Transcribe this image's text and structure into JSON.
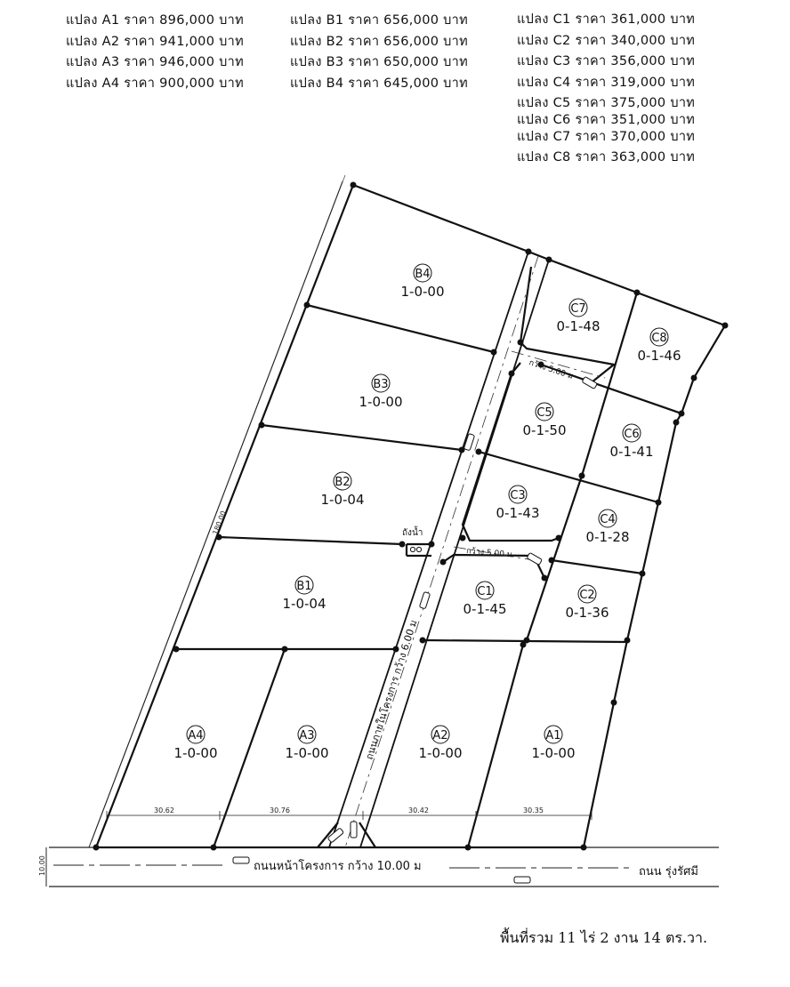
{
  "prices": {
    "groupA": [
      {
        "plot": "A1",
        "text": "แปลง A1  ราคา 896,000  บาท"
      },
      {
        "plot": "A2",
        "text": "แปลง A2  ราคา 941,000  บาท"
      },
      {
        "plot": "A3",
        "text": "แปลง A3  ราคา 946,000  บาท"
      },
      {
        "plot": "A4",
        "text": "แปลง A4  ราคา 900,000  บาท"
      }
    ],
    "groupB": [
      {
        "plot": "B1",
        "text": "แปลง B1  ราคา 656,000  บาท"
      },
      {
        "plot": "B2",
        "text": "แปลง B2  ราคา 656,000  บาท"
      },
      {
        "plot": "B3",
        "text": "แปลง B3  ราคา 650,000  บาท"
      },
      {
        "plot": "B4",
        "text": "แปลง B4  ราคา 645,000  บาท"
      }
    ],
    "groupC": [
      {
        "plot": "C1",
        "text": "แปลง C1  ราคา 361,000  บาท"
      },
      {
        "plot": "C2",
        "text": "แปลง C2  ราคา 340,000  บาท"
      },
      {
        "plot": "C3",
        "text": "แปลง C3  ราคา 356,000  บาท"
      },
      {
        "plot": "C4",
        "text": "แปลง C4  ราคา 319,000  บาท"
      },
      {
        "plot": "C5",
        "text": "แปลง C5  ราคา 375,000  บาท"
      },
      {
        "plot": "C6",
        "text": "แปลง C6  ราคา 351,000  บาท"
      },
      {
        "plot": "C7",
        "text": "แปลง C7  ราคา 370,000  บาท"
      },
      {
        "plot": "C8",
        "text": "แปลง C8  ราคา 363,000  บาท"
      }
    ]
  },
  "plots": {
    "A1": {
      "id": "A1",
      "area": "1-0-00"
    },
    "A2": {
      "id": "A2",
      "area": "1-0-00"
    },
    "A3": {
      "id": "A3",
      "area": "1-0-00"
    },
    "A4": {
      "id": "A4",
      "area": "1-0-00"
    },
    "B1": {
      "id": "B1",
      "area": "1-0-04"
    },
    "B2": {
      "id": "B2",
      "area": "1-0-04"
    },
    "B3": {
      "id": "B3",
      "area": "1-0-00"
    },
    "B4": {
      "id": "B4",
      "area": "1-0-00"
    },
    "C1": {
      "id": "C1",
      "area": "0-1-45"
    },
    "C2": {
      "id": "C2",
      "area": "0-1-36"
    },
    "C3": {
      "id": "C3",
      "area": "0-1-43"
    },
    "C4": {
      "id": "C4",
      "area": "0-1-28"
    },
    "C5": {
      "id": "C5",
      "area": "0-1-50"
    },
    "C6": {
      "id": "C6",
      "area": "0-1-41"
    },
    "C7": {
      "id": "C7",
      "area": "0-1-48"
    },
    "C8": {
      "id": "C8",
      "area": "0-1-46"
    }
  },
  "roads": {
    "front": "ถนนหน้าโครงการ  กว้าง 10.00  ม",
    "main_road": "ถนน รุ่งรัศมี",
    "inner": "ถนนภายในโครงการ  กว้าง 6.00  ม",
    "lane_upper": "กว้าง 5.00 ม",
    "lane_lower": "กว้าง 5.00 ม"
  },
  "labels": {
    "water_tank": "ถังน้ำ"
  },
  "dimensions": {
    "side_length": "180.00",
    "road_width": "10.00",
    "front_a4": "30.62",
    "front_a3": "30.76",
    "front_a2": "30.42",
    "front_a1": "30.35"
  },
  "summary": {
    "total_area": "พื้นที่รวม 11  ไร่ 2  งาน 14  ตร.วา."
  }
}
